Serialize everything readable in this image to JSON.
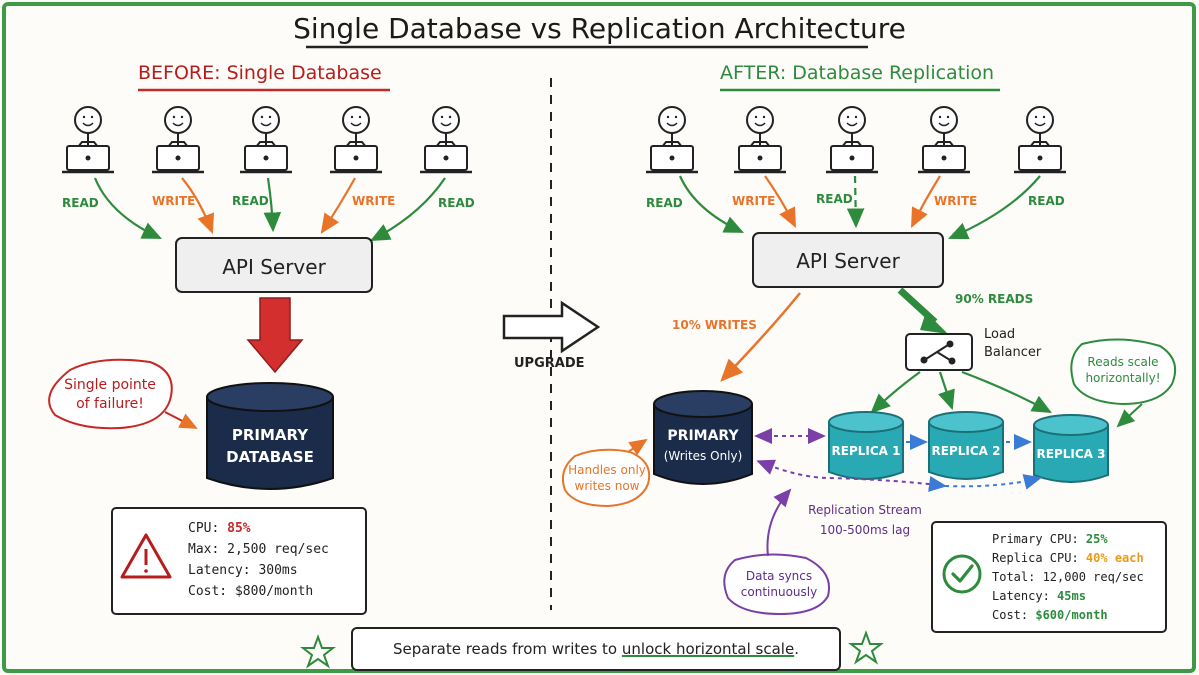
{
  "title": "Single Database vs Replication Architecture",
  "before": {
    "heading": "BEFORE: Single Database",
    "users": [
      {
        "label": "READ",
        "kind": "read"
      },
      {
        "label": "WRITE",
        "kind": "write"
      },
      {
        "label": "READ",
        "kind": "read"
      },
      {
        "label": "WRITE",
        "kind": "write"
      },
      {
        "label": "READ",
        "kind": "read"
      }
    ],
    "api_server": "API Server",
    "database_line1": "PRIMARY",
    "database_line2": "DATABASE",
    "callout_line1": "Single pointe",
    "callout_line2": "of failure!",
    "stats": [
      {
        "label": "CPU:",
        "value": "85%",
        "highlight": "red"
      },
      {
        "label": "Max:",
        "value": "2,500 req/sec",
        "highlight": ""
      },
      {
        "label": "Latency:",
        "value": "300ms",
        "highlight": ""
      },
      {
        "label": "Cost:",
        "value": "$800/month",
        "highlight": ""
      }
    ]
  },
  "upgrade_label": "UPGRADE",
  "after": {
    "heading": "AFTER: Database Replication",
    "users": [
      {
        "label": "READ",
        "kind": "read"
      },
      {
        "label": "WRITE",
        "kind": "write"
      },
      {
        "label": "READ",
        "kind": "read"
      },
      {
        "label": "WRITE",
        "kind": "write"
      },
      {
        "label": "READ",
        "kind": "read"
      }
    ],
    "api_server": "API Server",
    "writes_pct": "10% WRITES",
    "reads_pct": "90% READS",
    "load_balancer_line1": "Load",
    "load_balancer_line2": "Balancer",
    "primary_line1": "PRIMARY",
    "primary_line2": "(Writes Only)",
    "replicas": [
      "REPLICA 1",
      "REPLICA 2",
      "REPLICA 3"
    ],
    "handles_callout_line1": "Handles only",
    "handles_callout_line2": "writes now",
    "scale_callout_line1": "Reads scale",
    "scale_callout_line2": "horizontally!",
    "replication_line1": "Replication Stream",
    "replication_line2": "100-500ms lag",
    "sync_callout_line1": "Data syncs",
    "sync_callout_line2": "continuously",
    "stats": [
      {
        "label": "Primary CPU:",
        "value": "25%",
        "highlight": "green"
      },
      {
        "label": "Replica CPU:",
        "value": "40% each",
        "highlight": "orange"
      },
      {
        "label": "Total:",
        "value": "12,000 req/sec",
        "highlight": ""
      },
      {
        "label": "Latency:",
        "value": "45ms",
        "highlight": "green"
      },
      {
        "label": "Cost:",
        "value": "$600/month",
        "highlight": "green"
      }
    ]
  },
  "footer_prefix": "Separate reads from writes to ",
  "footer_emphasis": "unlock horizontal scale",
  "footer_suffix": ".",
  "colors": {
    "read": "#2e8b3e",
    "write": "#e8742a",
    "red": "#c62828",
    "navy": "#1b2b4a",
    "teal": "#29a9b4",
    "purple": "#7b3fa8",
    "border": "#3f9a45"
  }
}
